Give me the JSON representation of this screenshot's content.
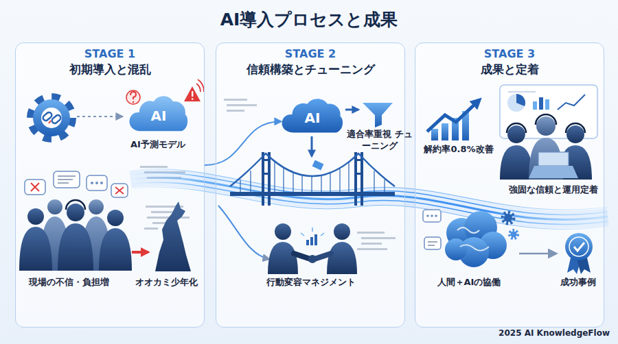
{
  "diagram": {
    "title": "AI導入プロセスと成果",
    "nodes": [
      {
        "text": [
          "STAGE 1",
          "初期導入と混乱"
        ]
      },
      {
        "text": [
          "AI"
        ],
        "in": 0
      },
      {
        "text": [
          "STAGE 2",
          "信頼構築とチューニング"
        ]
      },
      {
        "text": [
          "AI"
        ],
        "in": 2
      },
      {
        "text": [
          "STAGE 3",
          "成果と定着"
        ]
      }
    ],
    "edges": [
      {
        "from": 0,
        "to": 3,
        "arrow": "to"
      }
    ],
    "labels": [
      "AI予測モデル",
      "現場の不信・負担増",
      "オオカミ少年化",
      "適合率重視 チューニング",
      "行動変容マネジメント",
      "解約率0.8%改善",
      "強固な信頼と運用定着",
      "人間＋AIの協働",
      "成功事例",
      "2025 AI KnowledgeFlow"
    ]
  }
}
